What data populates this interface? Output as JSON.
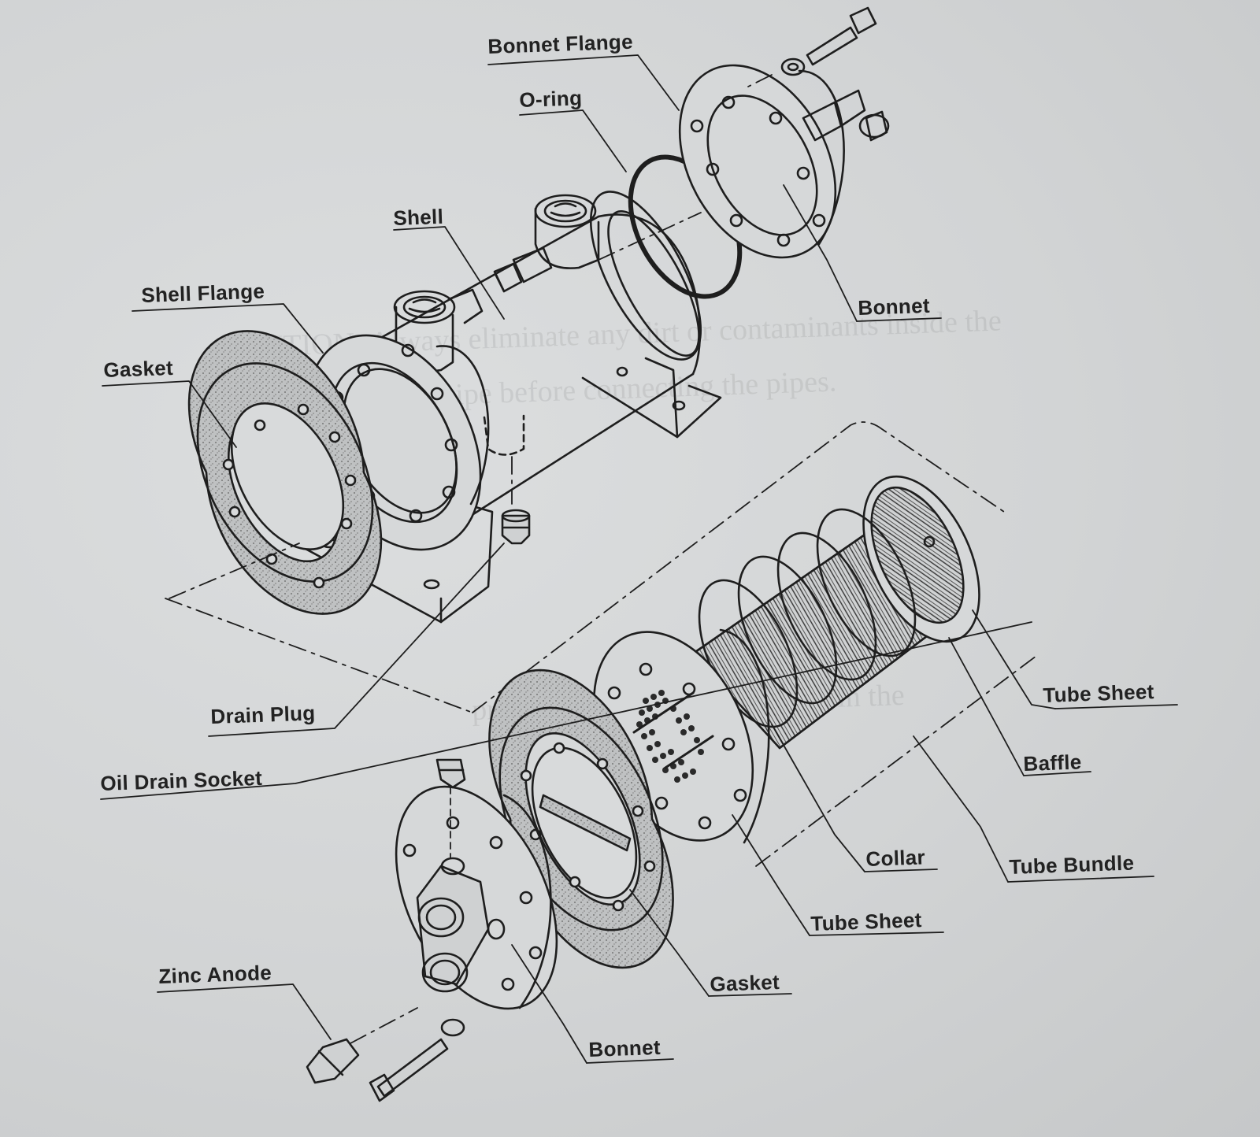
{
  "labels": {
    "bonnet_flange": "Bonnet Flange",
    "o_ring": "O-ring",
    "shell": "Shell",
    "shell_flange": "Shell Flange",
    "gasket_top": "Gasket",
    "bonnet_top": "Bonnet",
    "drain_plug": "Drain Plug",
    "oil_drain_socket": "Oil Drain Socket",
    "tube_sheet_right": "Tube Sheet",
    "baffle": "Baffle",
    "collar": "Collar",
    "tube_bundle": "Tube Bundle",
    "tube_sheet_bottom": "Tube Sheet",
    "gasket_bottom": "Gasket",
    "zinc_anode": "Zinc Anode",
    "bonnet_bottom": "Bonnet"
  }
}
